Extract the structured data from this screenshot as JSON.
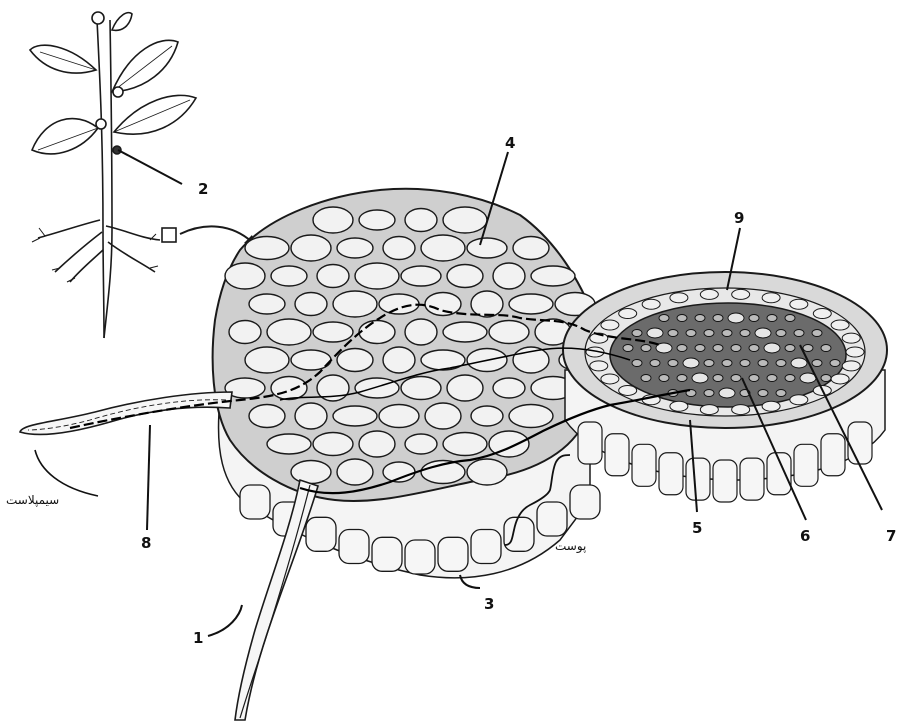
{
  "diagram": {
    "labels": {
      "n1": "1",
      "n2": "2",
      "n3": "3",
      "n4": "4",
      "n5": "5",
      "n6": "6",
      "n7": "7",
      "n8": "8",
      "n9": "9",
      "symplast": "سیمپلاست",
      "cortex": "پوست"
    },
    "colors": {
      "line": "#1a1a1a",
      "cell_fill": "#f2f2f2",
      "wall_fill": "#bdbdbd",
      "stele_fill": "#5a5a5a",
      "paper": "#ffffff"
    }
  }
}
